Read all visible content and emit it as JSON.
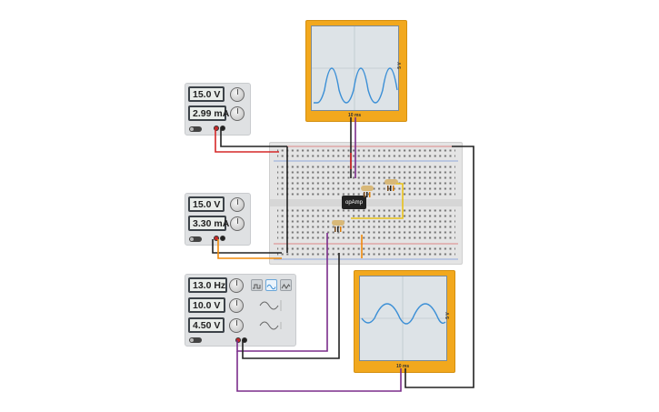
{
  "power_supply_1": {
    "voltage": "15.0 V",
    "current": "2.99 mA"
  },
  "power_supply_2": {
    "voltage": "15.0 V",
    "current": "3.30 mA"
  },
  "function_generator": {
    "frequency": "13.0 Hz",
    "amplitude": "10.0 V",
    "offset": "4.50 V",
    "waveform_buttons": [
      "square-wave",
      "sine-wave",
      "triangle-wave"
    ],
    "active_waveform": "sine-wave"
  },
  "oscilloscope_top": {
    "time_label": "10 ms",
    "volt_label": "5 V"
  },
  "oscilloscope_bottom": {
    "time_label": "10 ms",
    "volt_label": "5 V"
  },
  "opamp": {
    "label": "opAmp"
  },
  "colors": {
    "wire_red": "#d62828",
    "wire_black": "#222222",
    "wire_orange": "#f08a0a",
    "wire_purple": "#7b2d8b",
    "wire_yellow": "#e8c21a",
    "trace_blue": "#3b8fd6",
    "scope_body": "#f2a81d"
  }
}
